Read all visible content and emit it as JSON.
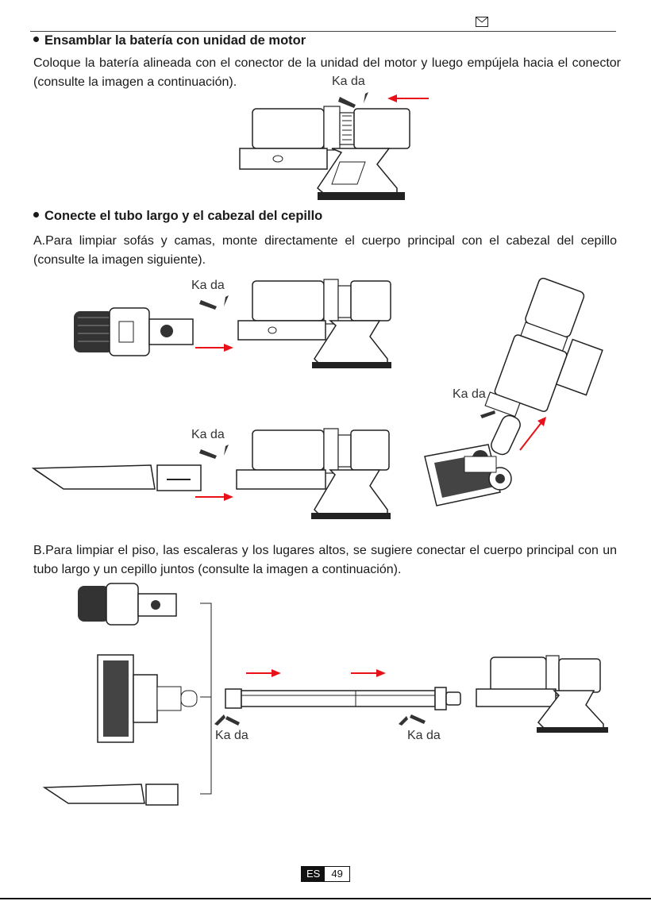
{
  "section1": {
    "heading": "Ensamblar la batería con unidad de motor",
    "paragraph": "Coloque la batería alineada con el conector de la unidad del motor y luego empújela hacia el conector (consulte la imagen a continuación).",
    "click_label": "Ka da"
  },
  "section2": {
    "heading": "Conecte el tubo largo y el cabezal del cepillo",
    "paragraph_a": "A.Para limpiar sofás y camas, monte directamente el cuerpo principal con el cabezal del cepillo (consulte la imagen siguiente).",
    "click_label_1": "Ka da",
    "click_label_2": "Ka da",
    "click_label_3": "Ka da",
    "paragraph_b": "B.Para limpiar el piso, las escaleras y los lugares altos, se sugiere conectar el cuerpo principal con un tubo largo y un cepillo juntos (consulte la imagen a continuación).",
    "click_label_4": "Ka da",
    "click_label_5": "Ka da"
  },
  "footer": {
    "language": "ES",
    "page_number": "49"
  },
  "colors": {
    "arrow": "#e8111a",
    "ink": "#1a1a1a"
  },
  "icons": [
    "mail-icon"
  ]
}
